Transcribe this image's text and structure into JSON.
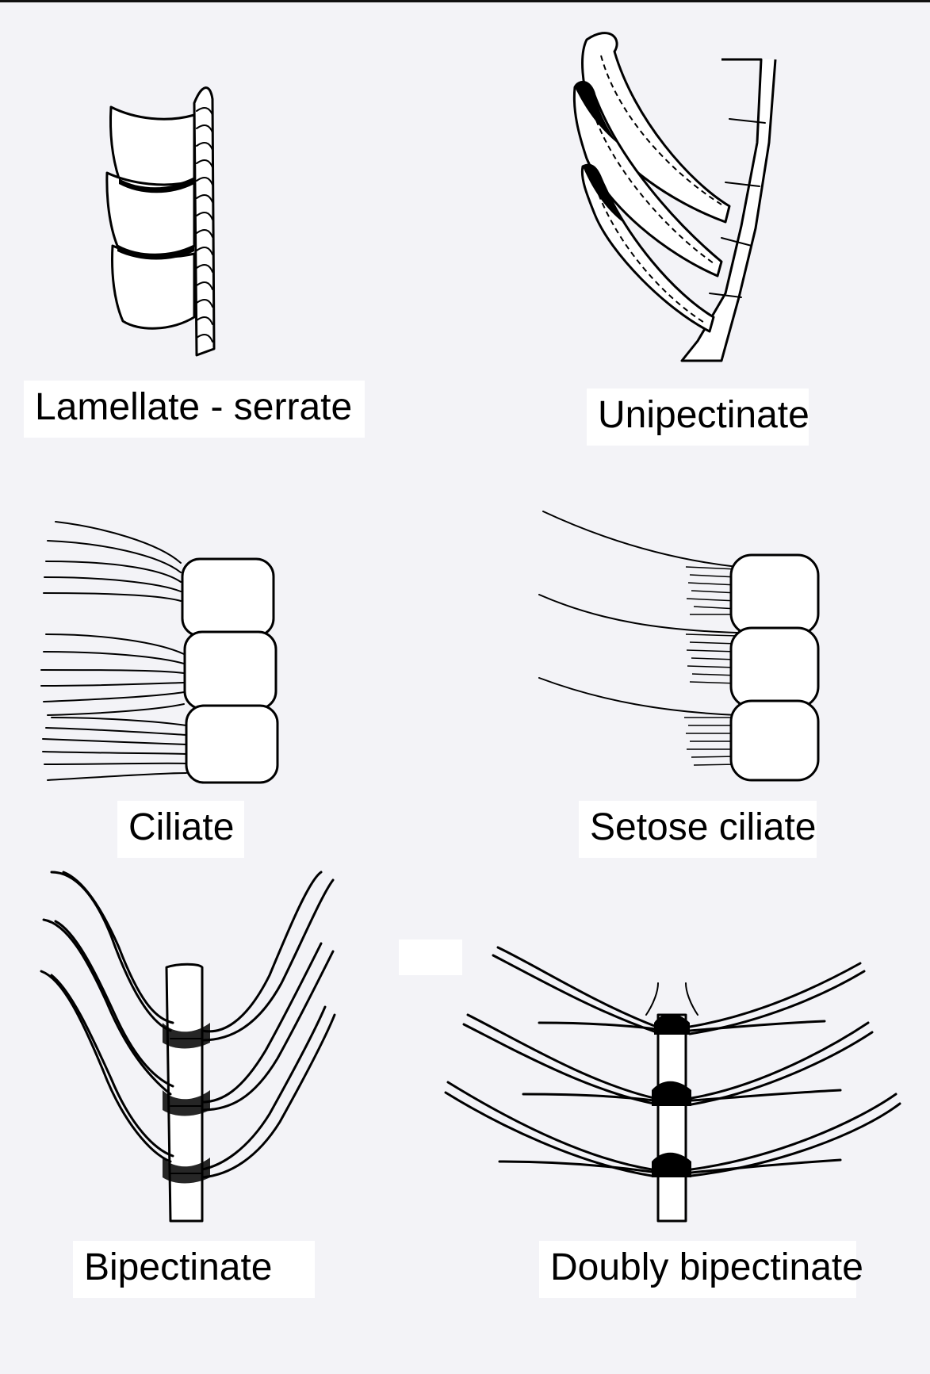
{
  "labels": {
    "lamellate": "Lamellate - serrate",
    "unipectinate": "Unipectinate",
    "ciliate": "Ciliate",
    "setose": "Setose ciliate",
    "bipectinate": "Bipectinate",
    "doubly": "Doubly bipectinate"
  },
  "colors": {
    "ink": "#000000",
    "paper": "#f3f3f7",
    "label_bg": "#ffffff"
  }
}
